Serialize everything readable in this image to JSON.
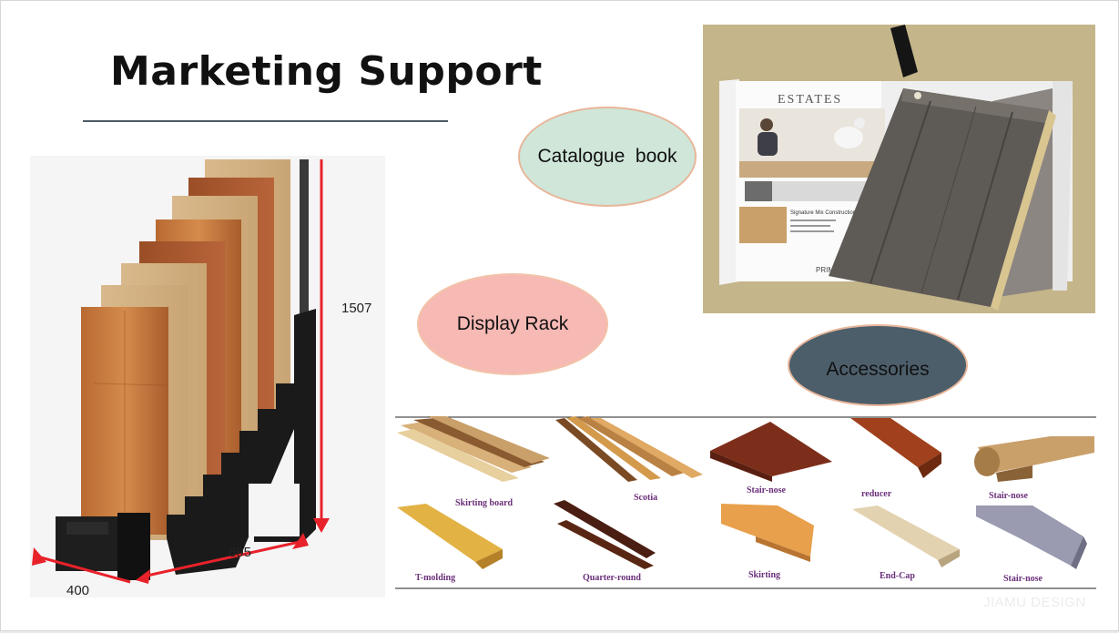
{
  "slide": {
    "title": "Marketing Support",
    "watermark": "JIAMU DESIGN"
  },
  "callouts": {
    "catalogue": "Catalogue  book",
    "display": "Display Rack",
    "accessories": "Accessories"
  },
  "rack": {
    "height_label": "1507",
    "depth_label": "895",
    "width_label": "400"
  },
  "catalogue_book": {
    "brand": "ESTATES",
    "heading": "Signature Mix Construction",
    "footer": "PRIMCO"
  },
  "accessories": [
    {
      "label": "Skirting board",
      "icon": "skirting-board-icon"
    },
    {
      "label": "Scotia",
      "icon": "scotia-icon"
    },
    {
      "label": "Stair-nose",
      "icon": "stair-nose-icon"
    },
    {
      "label": "reducer",
      "icon": "reducer-icon"
    },
    {
      "label": "Stair-nose",
      "icon": "stair-nose-round-icon"
    },
    {
      "label": "T-molding",
      "icon": "t-molding-icon"
    },
    {
      "label": "Quarter-round",
      "icon": "quarter-round-icon"
    },
    {
      "label": "Skirting",
      "icon": "skirting-icon"
    },
    {
      "label": "End-Cap",
      "icon": "end-cap-icon"
    },
    {
      "label": "Stair-nose",
      "icon": "stair-nose-grey-icon"
    }
  ],
  "colors": {
    "title_rule": "#4c5a66",
    "catalogue_fill": "#cfe6d9",
    "display_fill": "#f7b9b4",
    "accessories_fill": "#4c5e6a",
    "dimension_arrow": "#e8222a",
    "rack_frame": "#1a1a1a"
  }
}
